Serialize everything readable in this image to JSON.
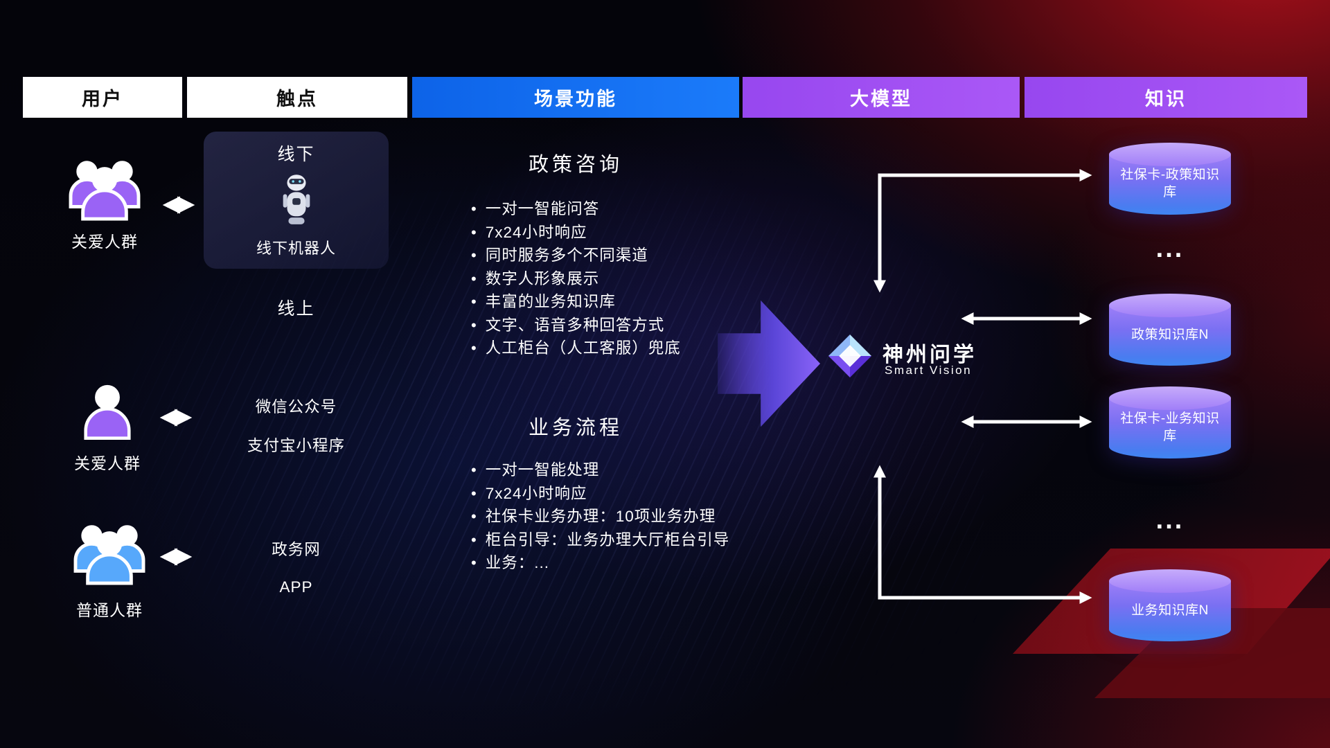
{
  "header": {
    "columns": [
      {
        "label": "用户"
      },
      {
        "label": "触点"
      },
      {
        "label": "场景功能"
      },
      {
        "label": "大模型"
      },
      {
        "label": "知识"
      }
    ]
  },
  "users": {
    "items": [
      {
        "label": "关爱人群",
        "icon": "group-users-icon",
        "color": "#9a63f5"
      },
      {
        "label": "关爱人群",
        "icon": "single-user-icon",
        "color": "#9a63f5"
      },
      {
        "label": "普通人群",
        "icon": "group-users-icon",
        "color": "#57a8fb"
      }
    ]
  },
  "touchpoints": {
    "offline_title": "线下",
    "offline_robot": "线下机器人",
    "online_title": "线上",
    "channels": [
      {
        "label": "微信公众号"
      },
      {
        "label": "支付宝小程序"
      },
      {
        "label": "政务网"
      },
      {
        "label": "APP"
      }
    ]
  },
  "scenes": [
    {
      "title": "政策咨询",
      "items": [
        "一对一智能问答",
        "7x24小时响应",
        "同时服务多个不同渠道",
        "数字人形象展示",
        "丰富的业务知识库",
        "文字、语音多种回答方式",
        "人工柜台（人工客服）兜底"
      ]
    },
    {
      "title": "业务流程",
      "items": [
        "一对一智能处理",
        "7x24小时响应",
        "社保卡业务办理：10项业务办理",
        "柜台引导：业务办理大厅柜台引导",
        "业务：..."
      ]
    }
  ],
  "model": {
    "name": "神州问学",
    "subtitle": "Smart Vision"
  },
  "knowledge": {
    "items": [
      {
        "type": "db",
        "label": "社保卡-政策知识库"
      },
      {
        "type": "dots",
        "label": "..."
      },
      {
        "type": "db",
        "label": "政策知识库N"
      },
      {
        "type": "db",
        "label": "社保卡-业务知识库"
      },
      {
        "type": "dots",
        "label": "..."
      },
      {
        "type": "db",
        "label": "业务知识库N"
      }
    ]
  },
  "colors": {
    "header_blue": "#1170f0",
    "header_purple": "#a04ef2",
    "user_purple": "#9a63f5",
    "user_blue": "#57a8fb",
    "db_purple": "#9d7ef7",
    "db_blue": "#3f86f2",
    "accent_red": "#b01321",
    "arrow_white": "#ffffff"
  }
}
